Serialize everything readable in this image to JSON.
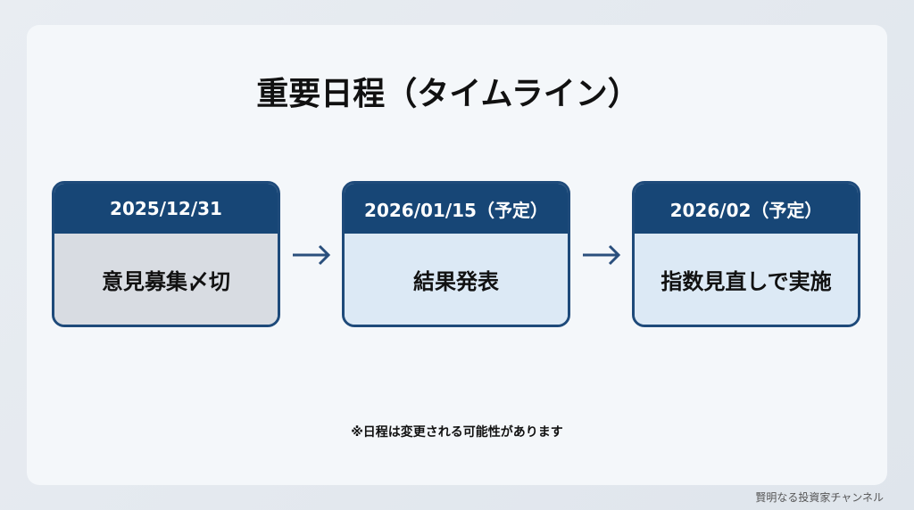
{
  "title": "重要日程（タイムライン）",
  "timeline": [
    {
      "date": "2025/12/31",
      "event": "意見募集〆切"
    },
    {
      "date": "2026/01/15（予定）",
      "event": "結果発表"
    },
    {
      "date": "2026/02（予定）",
      "event": "指数見直しで実施"
    }
  ],
  "note": "※日程は変更される可能性があります",
  "brand": "賢明なる投資家チャンネル",
  "colors": {
    "header": "#174676",
    "accent": "#1e4a7a"
  }
}
